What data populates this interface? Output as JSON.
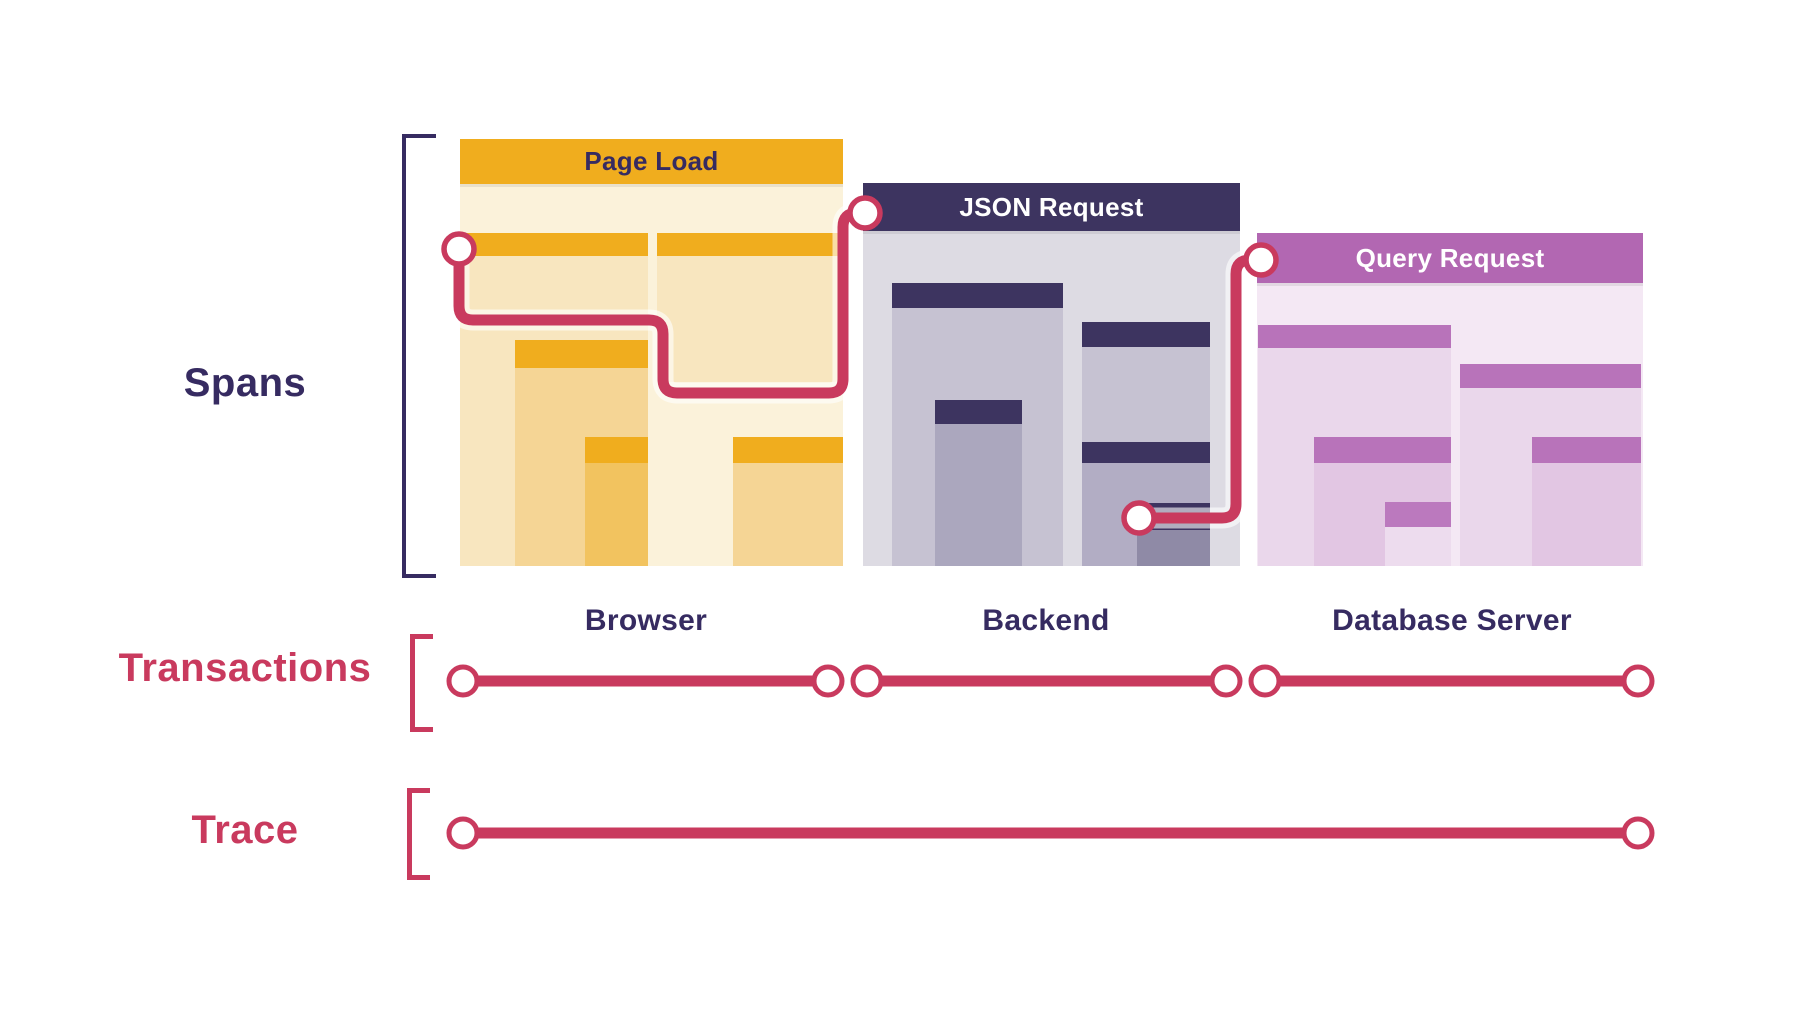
{
  "labels": {
    "spans": "Spans",
    "transactions": "Transactions",
    "trace": "Trace"
  },
  "panels": [
    {
      "title": "Page Load",
      "environment": "Browser",
      "theme": "yellow"
    },
    {
      "title": "JSON Request",
      "environment": "Backend",
      "theme": "navy"
    },
    {
      "title": "Query Request",
      "environment": "Database Server",
      "theme": "purple"
    }
  ],
  "colors": {
    "accent_red": "#C93A5E",
    "yellow_header": "#F0AD1E",
    "yellow_panel_bg": "#FBF2DA",
    "navy_header": "#3D3460",
    "navy_panel_bg": "#DDDBE3",
    "purple_header": "#B267B2",
    "purple_panel_bg": "#F4E8F4",
    "label_navy": "#362B61"
  }
}
